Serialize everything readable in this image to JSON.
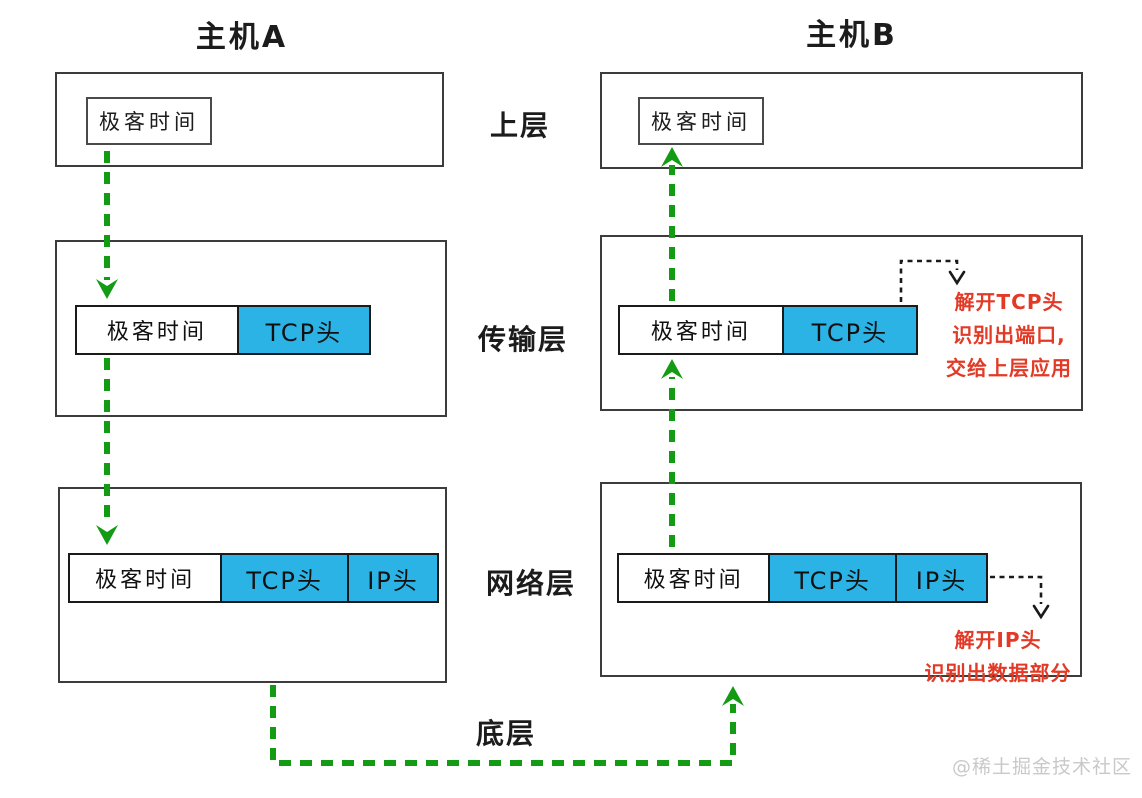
{
  "hosts": {
    "a": {
      "title": "主机A"
    },
    "b": {
      "title": "主机B"
    }
  },
  "layers": {
    "upper": "上层",
    "transport": "传输层",
    "network": "网络层",
    "bottom": "底层"
  },
  "packet": {
    "payload": "极客时间",
    "tcp": "TCP头",
    "ip": "IP头"
  },
  "annotations": {
    "transport_unpack": [
      "解开TCP头",
      "识别出端口,",
      "交给上层应用"
    ],
    "network_unpack": [
      "解开IP头",
      "识别出数据部分"
    ]
  },
  "watermark": "@稀土掘金技术社区",
  "colors": {
    "header_fill": "#2bb3e6",
    "arrow_green": "#149b14",
    "annotation_red": "#e23a26",
    "ink": "#2b2b2b",
    "watermark": "#c9c9c9"
  }
}
